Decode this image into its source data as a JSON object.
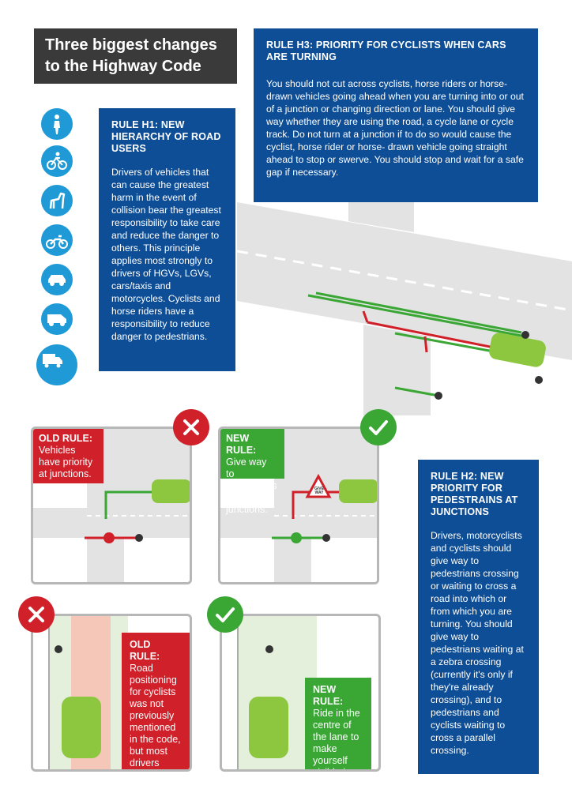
{
  "title": {
    "line1": "Three biggest changes",
    "line2": "to the Highway Code"
  },
  "rule_h3": {
    "title": "RULE H3: PRIORITY FOR CYCLISTS WHEN CARS ARE TURNING",
    "body": "You should not cut across cyclists, horse riders or horse-drawn vehicles going ahead when you are turning into or out of a junction or changing direction or lane. You should give way whether they are using the road, a cycle lane or cycle track. Do not turn at a junction if to do so would cause the cyclist, horse rider or horse- drawn vehicle going straight ahead to stop or swerve. You should stop and wait for a safe gap if necessary."
  },
  "rule_h1": {
    "title": "RULE H1: NEW HIERARCHY OF ROAD USERS",
    "body": "Drivers of vehicles that can cause the greatest harm in the event of collision bear the greatest responsibility to take care and reduce the danger to others. This principle applies most strongly to drivers of HGVs, LGVs, cars/taxis and motorcycles. Cyclists and horse riders have a responsibility to reduce danger to pedestrians."
  },
  "rule_h2": {
    "title": "RULE H2: NEW PRIORITY FOR PEDESTRAINS AT JUNCTIONS",
    "body": "Drivers, motorcyclists and cyclists should give way to pedestrians crossing or waiting to cross a road into which or from which you are turning. You should give way to pedestrians waiting at a zebra crossing (currently it's only if they're already crossing), and to pedestrians and cyclists waiting to cross a parallel crossing."
  },
  "hierarchy_icons": [
    "pedestrian-icon",
    "bicycle-icon",
    "horse-icon",
    "motorcycle-icon",
    "car-icon",
    "van-icon",
    "lorry-icon"
  ],
  "junction_old": {
    "title": "OLD RULE:",
    "body": "Vehicles have priority at junctions."
  },
  "junction_new": {
    "title": "NEW RULE:",
    "body": "Give way to pedestrians at junctions.",
    "sign_text": "GIVE WAY"
  },
  "position_old": {
    "title": "OLD RULE:",
    "body": "Road positioning for cyclists was not previously mentioned in the code, but most drivers expect them to ride near the curb."
  },
  "position_new": {
    "title": "NEW RULE:",
    "body": "Ride in the centre of the lane to make yourself visible in certain situations."
  },
  "colors": {
    "navy": "#0e4e96",
    "icon_blue": "#1f9ad6",
    "red": "#d0202a",
    "green": "#3aa735",
    "car": "#8dc63f",
    "title_bg": "#3a3a3a"
  }
}
